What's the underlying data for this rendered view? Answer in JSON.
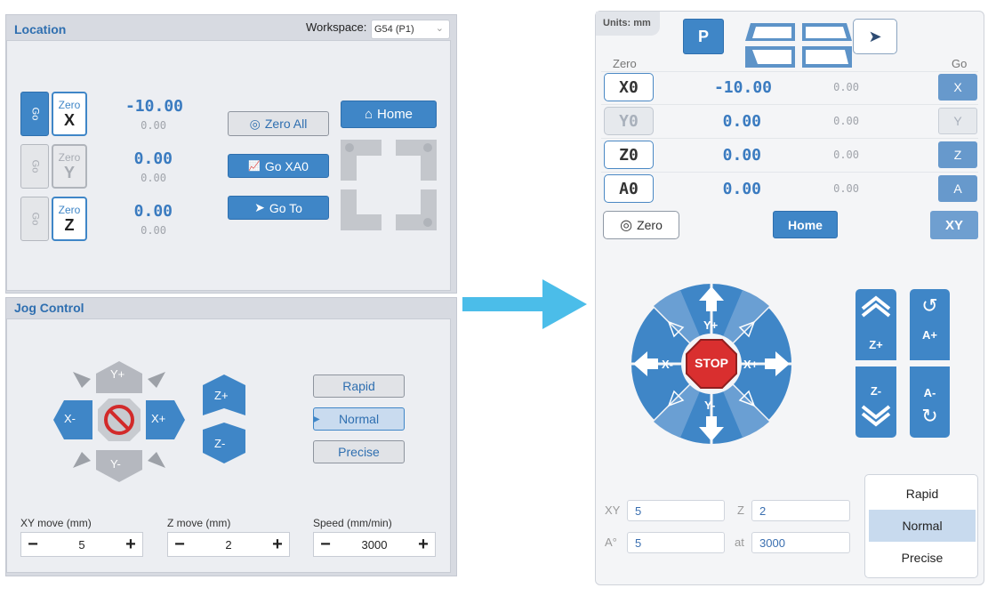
{
  "left": {
    "location_title": "Location",
    "workspace_label": "Workspace:",
    "workspace_value": "G54 (P1)",
    "zero_label": "Zero",
    "go_label": "Go",
    "axes": [
      {
        "name": "X",
        "value": "-10.00",
        "sub": "0.00"
      },
      {
        "name": "Y",
        "value": "0.00",
        "sub": "0.00"
      },
      {
        "name": "Z",
        "value": "0.00",
        "sub": "0.00"
      }
    ],
    "zero_all": "Zero All",
    "go_xa0": "Go XA0",
    "go_to": "Go To",
    "home": "Home",
    "jog_title": "Jog Control",
    "jog": {
      "yplus": "Y+",
      "yminus": "Y-",
      "xminus": "X-",
      "xplus": "X+",
      "zplus": "Z+",
      "zminus": "Z-"
    },
    "modes": [
      "Rapid",
      "Normal",
      "Precise"
    ],
    "xy_move_label": "XY move (mm)",
    "xy_move": "5",
    "z_move_label": "Z move (mm)",
    "z_move": "2",
    "speed_label": "Speed (mm/min)",
    "speed": "3000",
    "minus": "−",
    "plus": "+"
  },
  "right": {
    "units_tab": "Units: mm",
    "p_button": "P",
    "zero_header": "Zero",
    "go_header": "Go",
    "axes": [
      {
        "name": "X0",
        "value": "-10.00",
        "sub": "0.00",
        "go": "X"
      },
      {
        "name": "Y0",
        "value": "0.00",
        "sub": "0.00",
        "go": "Y"
      },
      {
        "name": "Z0",
        "value": "0.00",
        "sub": "0.00",
        "go": "Z"
      },
      {
        "name": "A0",
        "value": "0.00",
        "sub": "0.00",
        "go": "A"
      }
    ],
    "zero_button": "Zero",
    "home_button": "Home",
    "xy_button": "XY",
    "jog": {
      "yplus": "Y+",
      "yminus": "Y-",
      "xminus": "X-",
      "xplus": "X+",
      "stop": "STOP",
      "zplus": "Z+",
      "zminus": "Z-",
      "aplus": "A+",
      "aminus": "A-"
    },
    "xy_label": "XY",
    "xy_value": "5",
    "z_label": "Z",
    "z_value": "2",
    "a_label": "A°",
    "a_value": "5",
    "at_label": "at",
    "at_value": "3000",
    "modes": [
      "Rapid",
      "Normal",
      "Precise"
    ]
  }
}
